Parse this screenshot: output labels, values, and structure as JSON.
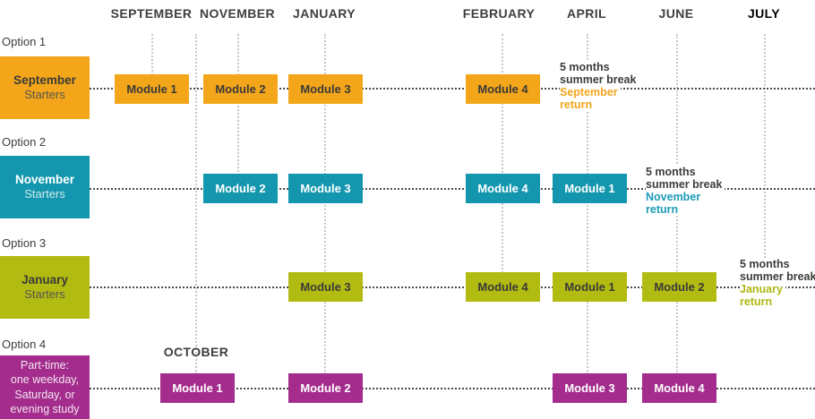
{
  "colors": {
    "orange": "#F4A61A",
    "teal": "#1497AE",
    "green": "#B2BB12",
    "magenta": "#A32C8C",
    "dark_text": "#3C3C3B",
    "horizontal_dotted_line": "#4A4A48",
    "vertical_dotted_line": "#C8C8C8"
  },
  "timeline_months": [
    "SEPTEMBER",
    "NOVEMBER",
    "JANUARY",
    "FEBRUARY",
    "APRIL",
    "JUNE",
    "JULY"
  ],
  "october_label": "OCTOBER",
  "rows": [
    {
      "option_label": "Option 1",
      "starter": {
        "title": "September",
        "subtitle": "Starters"
      },
      "modules": [
        "Module 1",
        "Module 2",
        "Module 3",
        "Module 4"
      ],
      "note": {
        "break_line1": "5 months",
        "break_line2": "summer break",
        "return_line1": "September",
        "return_line2": "return"
      }
    },
    {
      "option_label": "Option 2",
      "starter": {
        "title": "November",
        "subtitle": "Starters"
      },
      "modules": [
        "Module 2",
        "Module 3",
        "Module 4",
        "Module 1"
      ],
      "note": {
        "break_line1": "5 months",
        "break_line2": "summer break",
        "return_line1": "November",
        "return_line2": "return"
      }
    },
    {
      "option_label": "Option 3",
      "starter": {
        "title": "January",
        "subtitle": "Starters"
      },
      "modules": [
        "Module 3",
        "Module 4",
        "Module 1",
        "Module 2"
      ],
      "note": {
        "break_line1": "5 months",
        "break_line2": "summer break",
        "return_line1": "January",
        "return_line2": "return"
      }
    },
    {
      "option_label": "Option 4",
      "starter": {
        "lines": [
          "Part-time:",
          "one weekday,",
          "Saturday, or",
          "evening study"
        ]
      },
      "modules": [
        "Module 1",
        "Module 2",
        "Module 3",
        "Module 4"
      ]
    }
  ]
}
